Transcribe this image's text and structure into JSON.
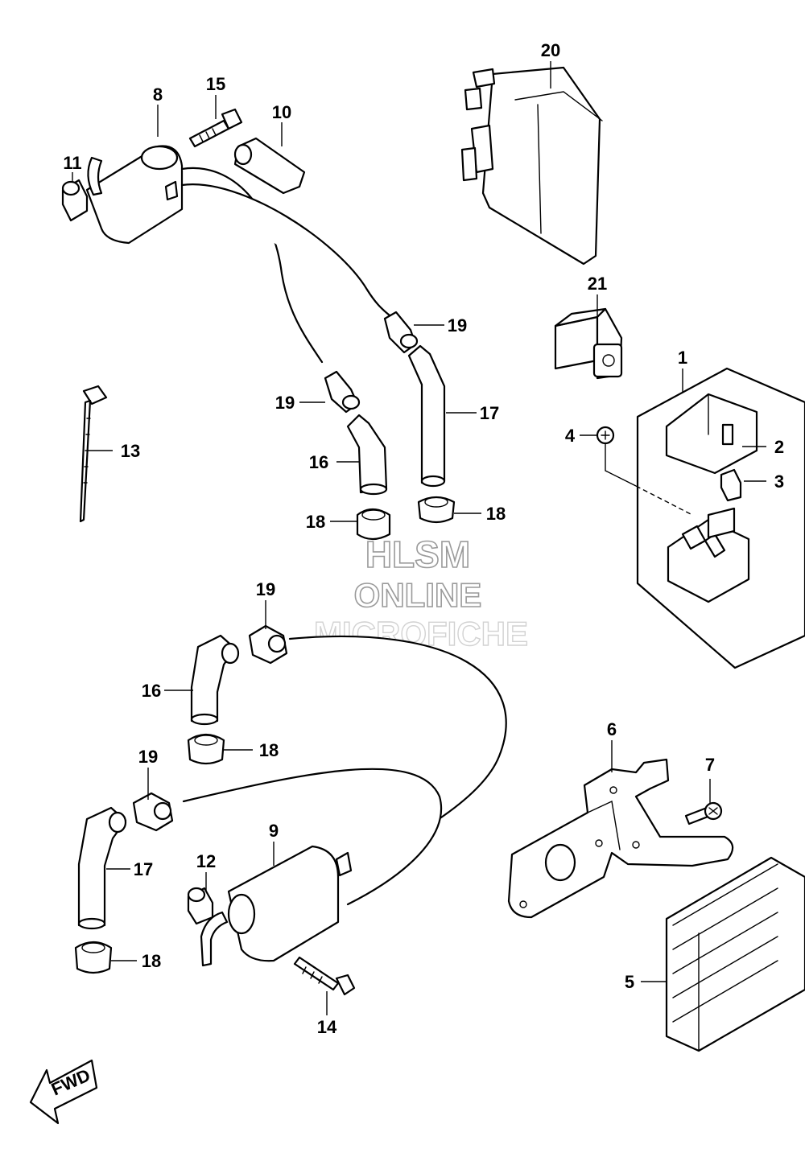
{
  "callouts": [
    "1",
    "2",
    "3",
    "4",
    "5",
    "6",
    "7",
    "8",
    "9",
    "10",
    "11",
    "12",
    "13",
    "14",
    "15",
    "16",
    "17",
    "18",
    "19",
    "20",
    "21"
  ],
  "watermark": {
    "line1": "HLSM",
    "line2": "ONLINE",
    "line3": "MICROFICHE"
  },
  "direction_badge": "FWD"
}
